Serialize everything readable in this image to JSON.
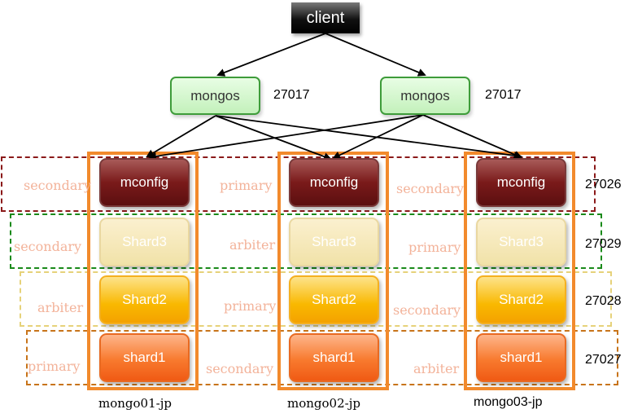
{
  "client": "client",
  "routers": [
    {
      "label": "mongos",
      "port": "27017"
    },
    {
      "label": "mongos",
      "port": "27017"
    }
  ],
  "hosts": [
    "mongo01-jp",
    "mongo02-jp",
    "mongo03-jp"
  ],
  "rows": [
    {
      "node": "mconfig",
      "port": "27026",
      "roles": [
        "secondary",
        "primary",
        "secondary"
      ],
      "band_color": "#8b1a1a"
    },
    {
      "node": "Shard3",
      "port": "27029",
      "roles": [
        "secondary",
        "arbiter",
        "primary"
      ],
      "band_color": "#1a8a1a"
    },
    {
      "node": "Shard2",
      "port": "27028",
      "roles": [
        "arbiter",
        "primary",
        "secondary"
      ],
      "band_color": "#e6d27a"
    },
    {
      "node": "shard1",
      "port": "27027",
      "roles": [
        "primary",
        "secondary",
        "arbiter"
      ],
      "band_color": "#c8741a"
    }
  ],
  "colors": {
    "column_border": "#f28a2c",
    "mongos_border": "#3e9c3a",
    "role_text": "#f3b39a"
  }
}
